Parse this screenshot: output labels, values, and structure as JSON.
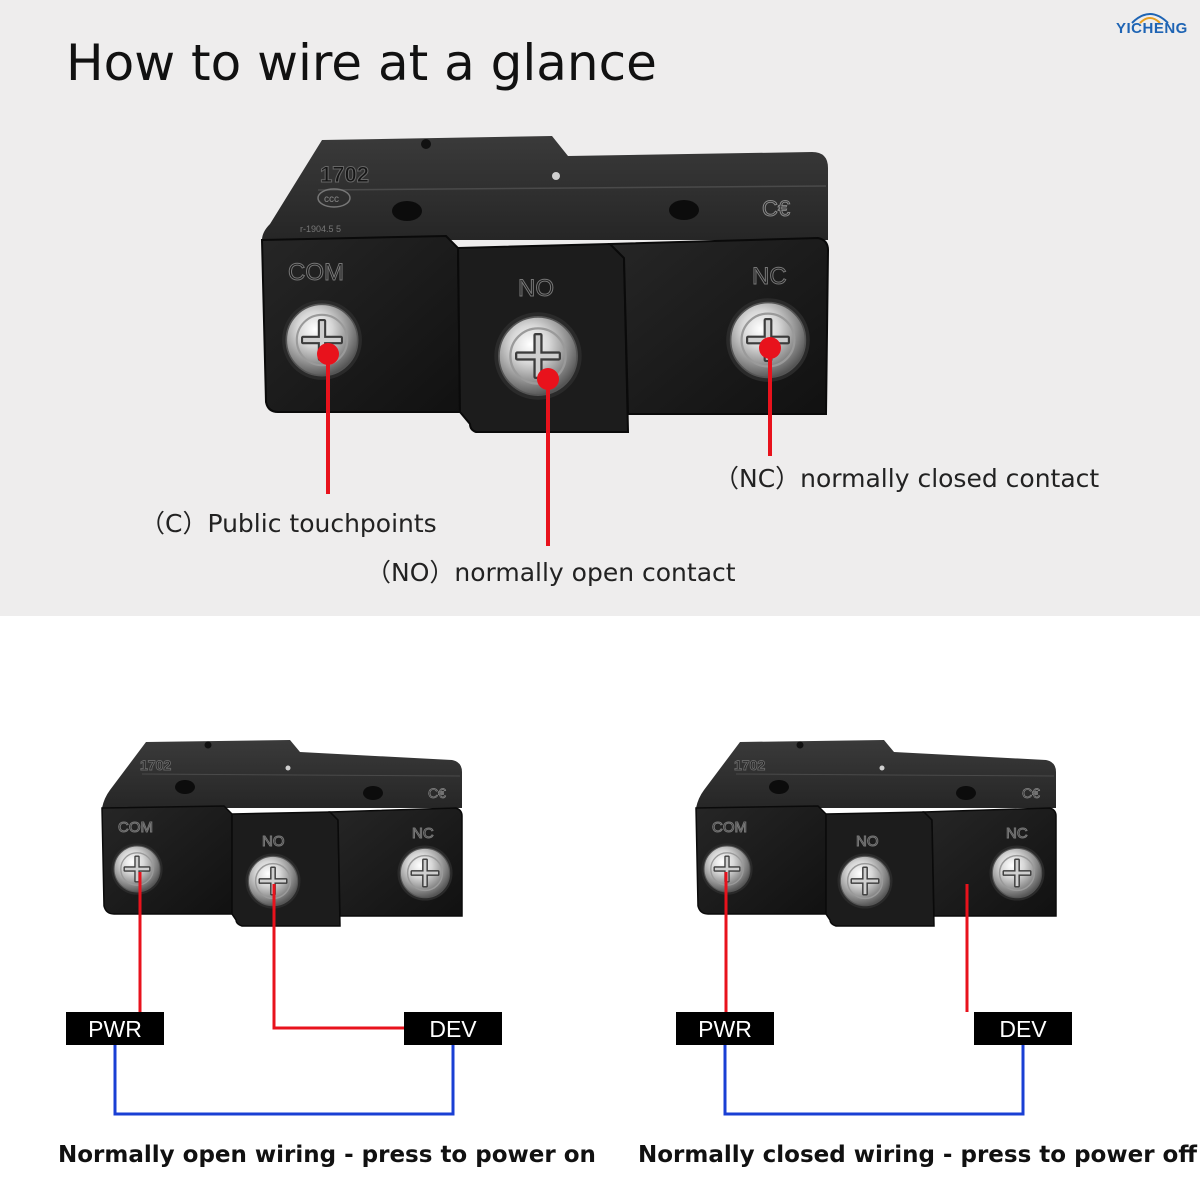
{
  "brand": {
    "name": "YICHENG",
    "color": "#1e64b4"
  },
  "headline": "How to wire at a glance",
  "switch_markings": {
    "model": "1702",
    "terminal_com": "COM",
    "terminal_no": "NO",
    "terminal_nc": "NC"
  },
  "callouts": {
    "common": "（C）Public touchpoints",
    "normally_open": "（NO）normally open contact",
    "normally_closed": "（NC）normally closed contact"
  },
  "diagrams": [
    {
      "pwr_label": "PWR",
      "dev_label": "DEV",
      "caption": "Normally open wiring - press to power on"
    },
    {
      "pwr_label": "PWR",
      "dev_label": "DEV",
      "caption": "Normally closed wiring - press to power off"
    }
  ],
  "colors": {
    "pointer": "#e8121c",
    "wire_red": "#e8121c",
    "wire_blue": "#1a3fd4",
    "switch_body": "#1b1b1b",
    "panel_bg": "#eeeded"
  },
  "icons": [
    "ccc-mark-icon",
    "ce-mark-icon",
    "screw-terminal-icon"
  ]
}
